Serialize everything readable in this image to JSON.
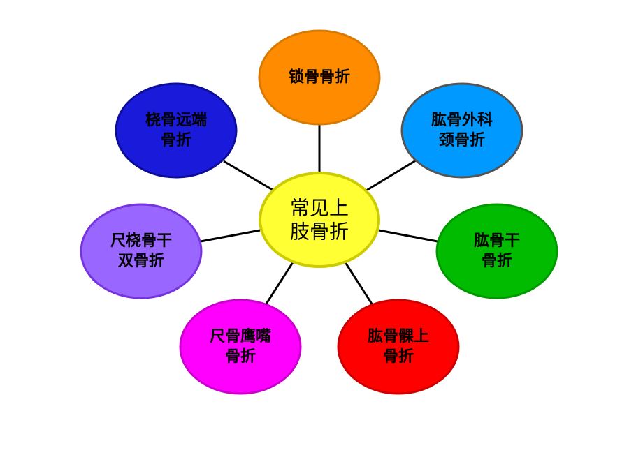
{
  "center": {
    "lines": [
      "常见上",
      "肢骨折"
    ],
    "fill": "#ffff33",
    "stroke": "#cccc00"
  },
  "nodes": [
    {
      "id": "clavicle",
      "lines": [
        "锁骨骨折"
      ],
      "fill": "#ff8c00",
      "stroke": "#d97a00"
    },
    {
      "id": "humerus-surgical-neck",
      "lines": [
        "肱骨外科",
        "颈骨折"
      ],
      "fill": "#0099ff",
      "stroke": "#555555"
    },
    {
      "id": "humerus-shaft",
      "lines": [
        "肱骨干",
        "骨折"
      ],
      "fill": "#00bb00",
      "stroke": "#009900"
    },
    {
      "id": "supracondylar-humerus",
      "lines": [
        "肱骨髁上",
        "骨折"
      ],
      "fill": "#ff0000",
      "stroke": "#cc0000"
    },
    {
      "id": "olecranon",
      "lines": [
        "尺骨鹰嘴",
        "骨折"
      ],
      "fill": "#ff00ff",
      "stroke": "#cc00cc"
    },
    {
      "id": "radius-ulna-shaft",
      "lines": [
        "尺桡骨干",
        "双骨折"
      ],
      "fill": "#9966ff",
      "stroke": "#7733dd"
    },
    {
      "id": "distal-radius",
      "lines": [
        "桡骨远端",
        "骨折"
      ],
      "fill": "#1a1adb",
      "stroke": "#0d0d99"
    }
  ]
}
